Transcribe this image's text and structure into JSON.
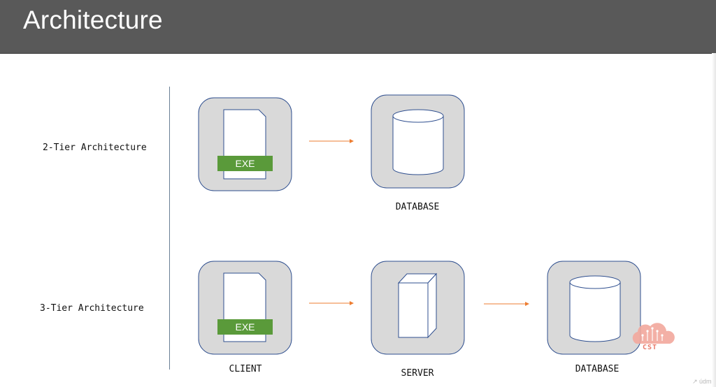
{
  "header": {
    "title": "Architecture"
  },
  "rows": {
    "two_tier": {
      "label": "2-Tier Architecture",
      "client_badge": "EXE",
      "database_label": "DATABASE"
    },
    "three_tier": {
      "label": "3-Tier Architecture",
      "client_badge": "EXE",
      "client_label": "CLIENT",
      "server_label": "SERVER",
      "database_label": "DATABASE"
    }
  },
  "logo": {
    "text": "CST"
  },
  "watermark": {
    "text": "↗ údm"
  },
  "colors": {
    "header_bg": "#595959",
    "tile_fill": "#d9d9d9",
    "tile_border": "#2f4f8f",
    "exe_green": "#5a9a3a",
    "arrow": "#ed7d31",
    "logo": "#e97a6a"
  }
}
